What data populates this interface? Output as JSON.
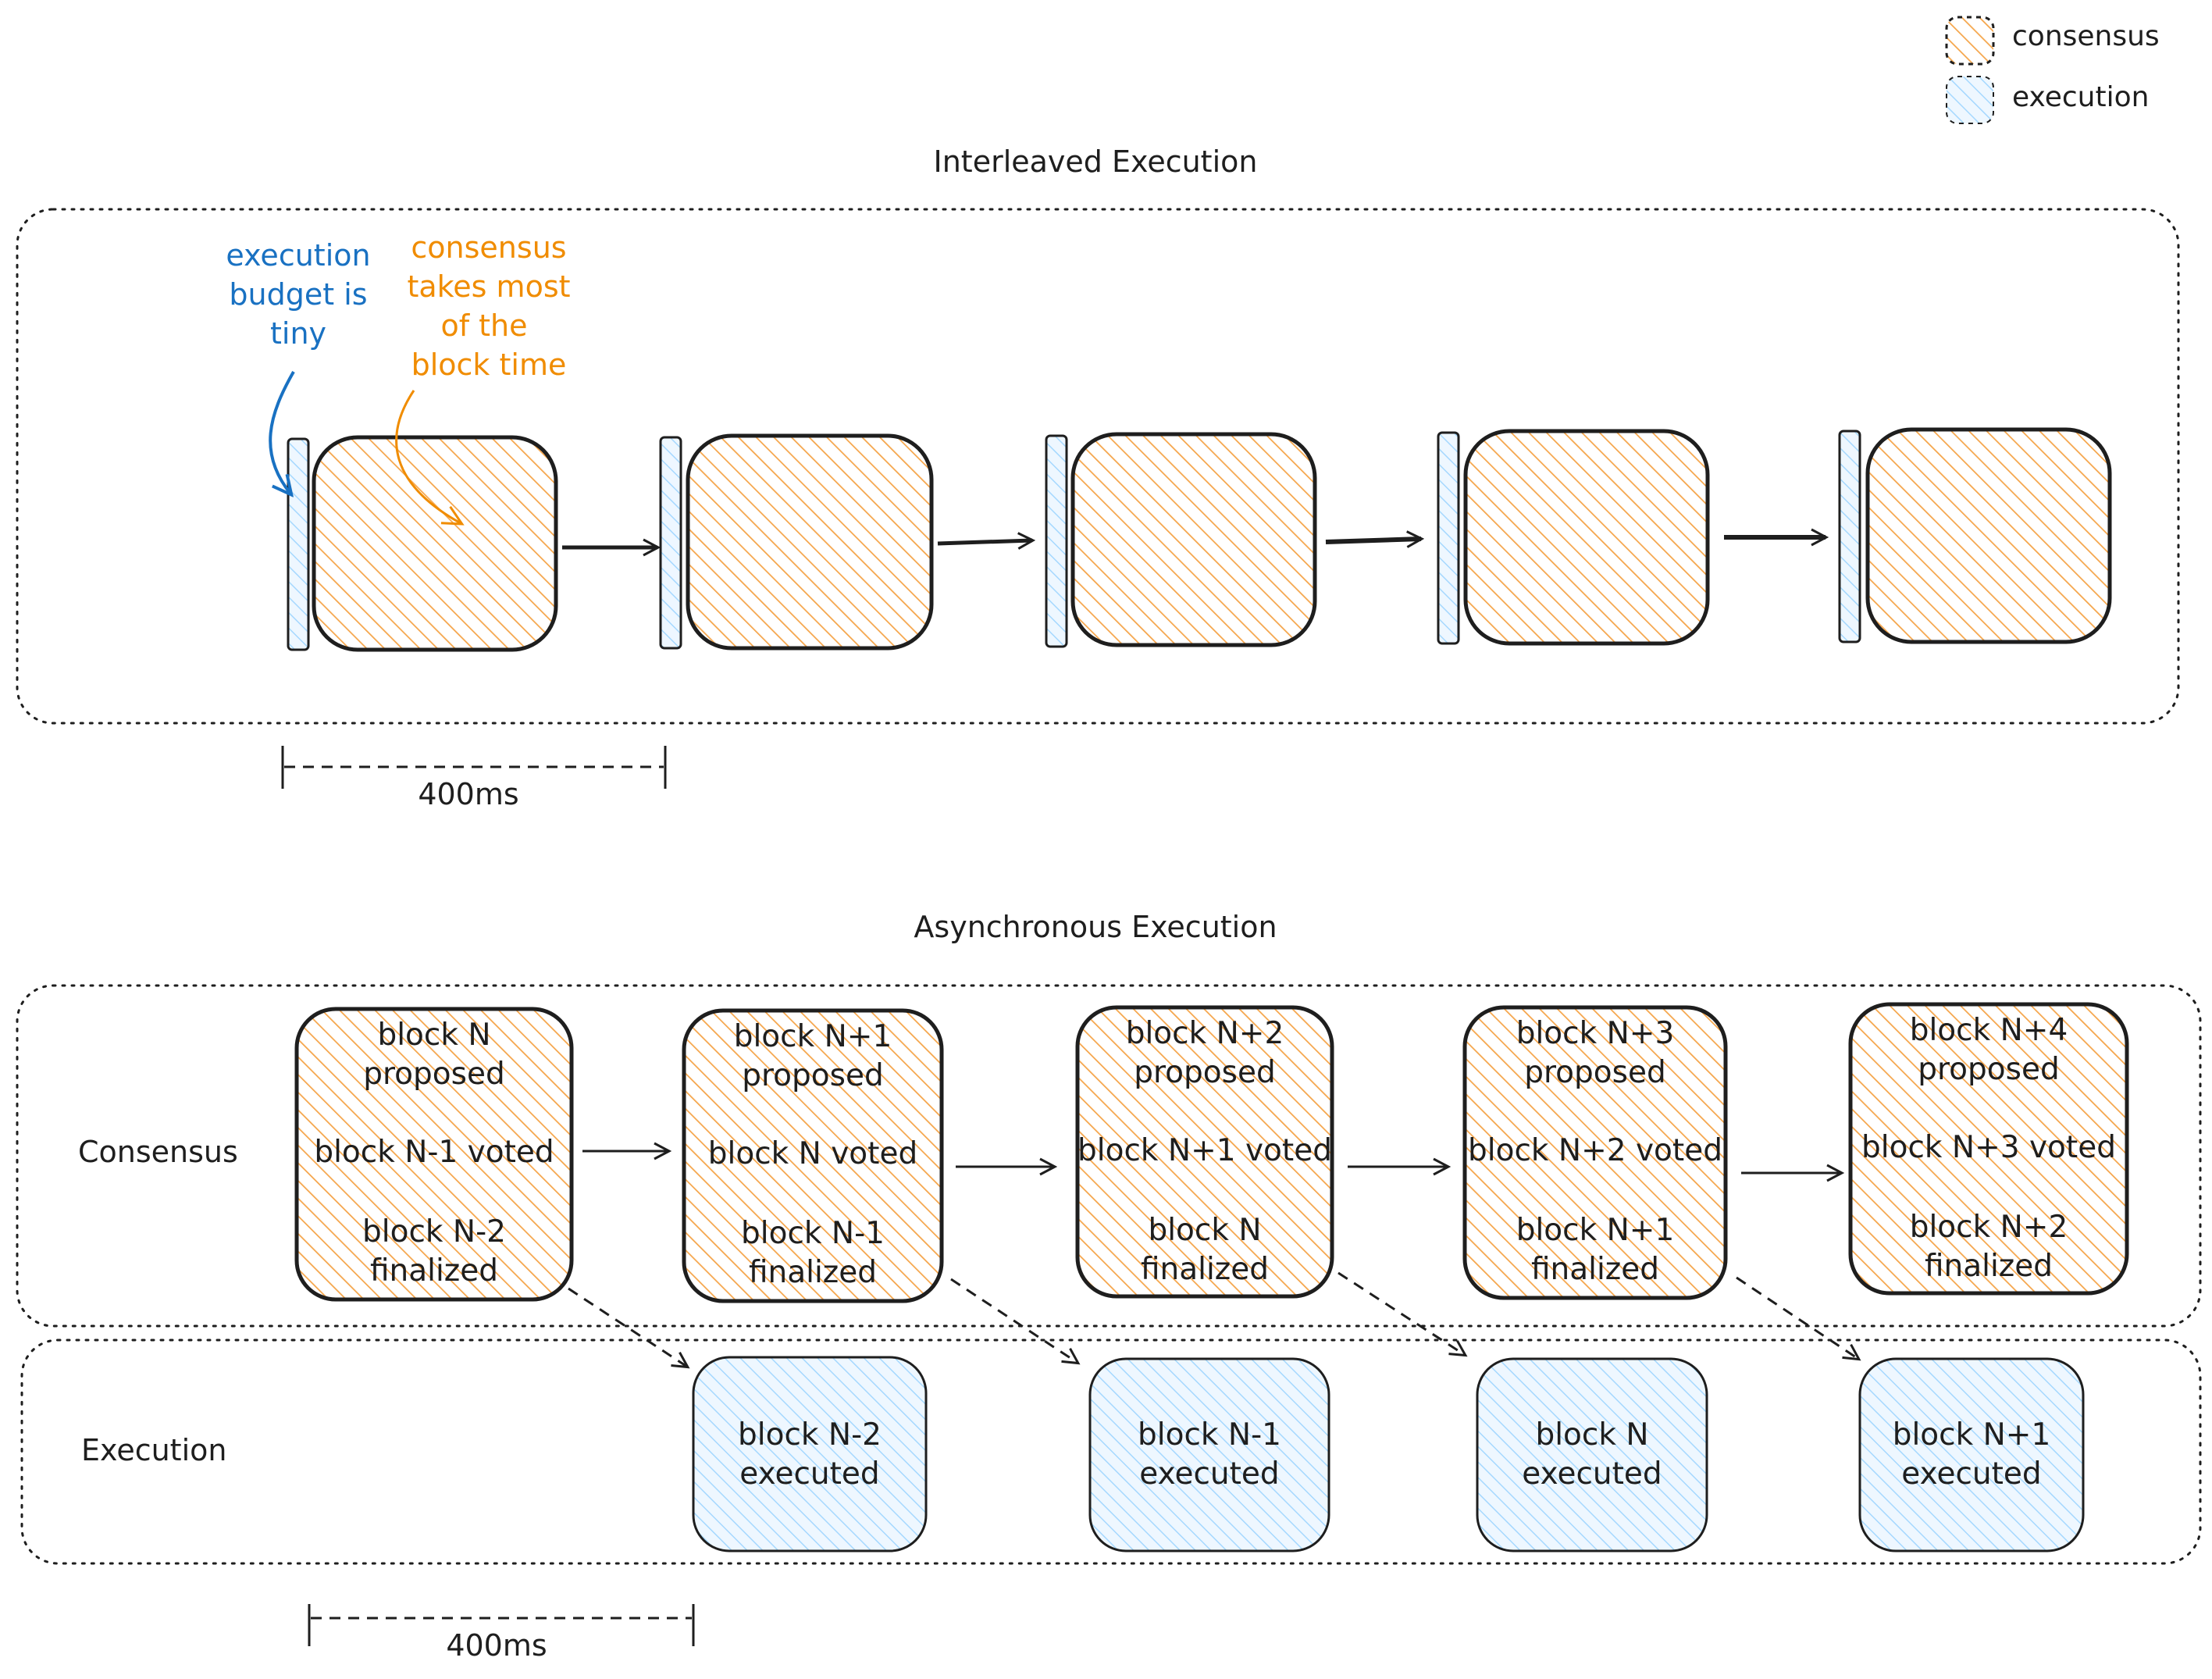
{
  "legend": [
    {
      "label": "consensus",
      "color": "#f08c00",
      "fill": "#ffd8a8"
    },
    {
      "label": "execution",
      "color": "#1971c2",
      "fill": "#d0ebff"
    }
  ],
  "interleaved": {
    "title": "Interleaved Execution",
    "note_execution": [
      "execution",
      "budget is",
      "tiny"
    ],
    "note_consensus": [
      "consensus",
      "takes most",
      "of the",
      "block time"
    ],
    "duration_label": "400ms",
    "block_count": 5
  },
  "asynchronous": {
    "title": "Asynchronous Execution",
    "lane_consensus": "Consensus",
    "lane_execution": "Execution",
    "duration_label": "400ms",
    "consensus_blocks": [
      {
        "proposed": [
          "block N",
          "proposed"
        ],
        "voted": [
          "block N-1 voted"
        ],
        "finalized": [
          "block N-2",
          "finalized"
        ]
      },
      {
        "proposed": [
          "block N+1",
          "proposed"
        ],
        "voted": [
          "block N voted"
        ],
        "finalized": [
          "block N-1",
          "finalized"
        ]
      },
      {
        "proposed": [
          "block N+2",
          "proposed"
        ],
        "voted": [
          "block N+1 voted"
        ],
        "finalized": [
          "block N",
          "finalized"
        ]
      },
      {
        "proposed": [
          "block N+3",
          "proposed"
        ],
        "voted": [
          "block N+2 voted"
        ],
        "finalized": [
          "block N+1",
          "finalized"
        ]
      },
      {
        "proposed": [
          "block N+4",
          "proposed"
        ],
        "voted": [
          "block N+3 voted"
        ],
        "finalized": [
          "block N+2",
          "finalized"
        ]
      }
    ],
    "execution_blocks": [
      {
        "text": [
          "block N-2",
          "executed"
        ]
      },
      {
        "text": [
          "block N-1",
          "executed"
        ]
      },
      {
        "text": [
          "block N",
          "executed"
        ]
      },
      {
        "text": [
          "block N+1",
          "executed"
        ]
      }
    ]
  },
  "colors": {
    "consensus_stroke": "#f08c00",
    "consensus_fill": "#ffd8a8",
    "execution_stroke": "#74c0fc",
    "execution_fill": "#d0ebff",
    "ink": "#1e1e1e"
  }
}
